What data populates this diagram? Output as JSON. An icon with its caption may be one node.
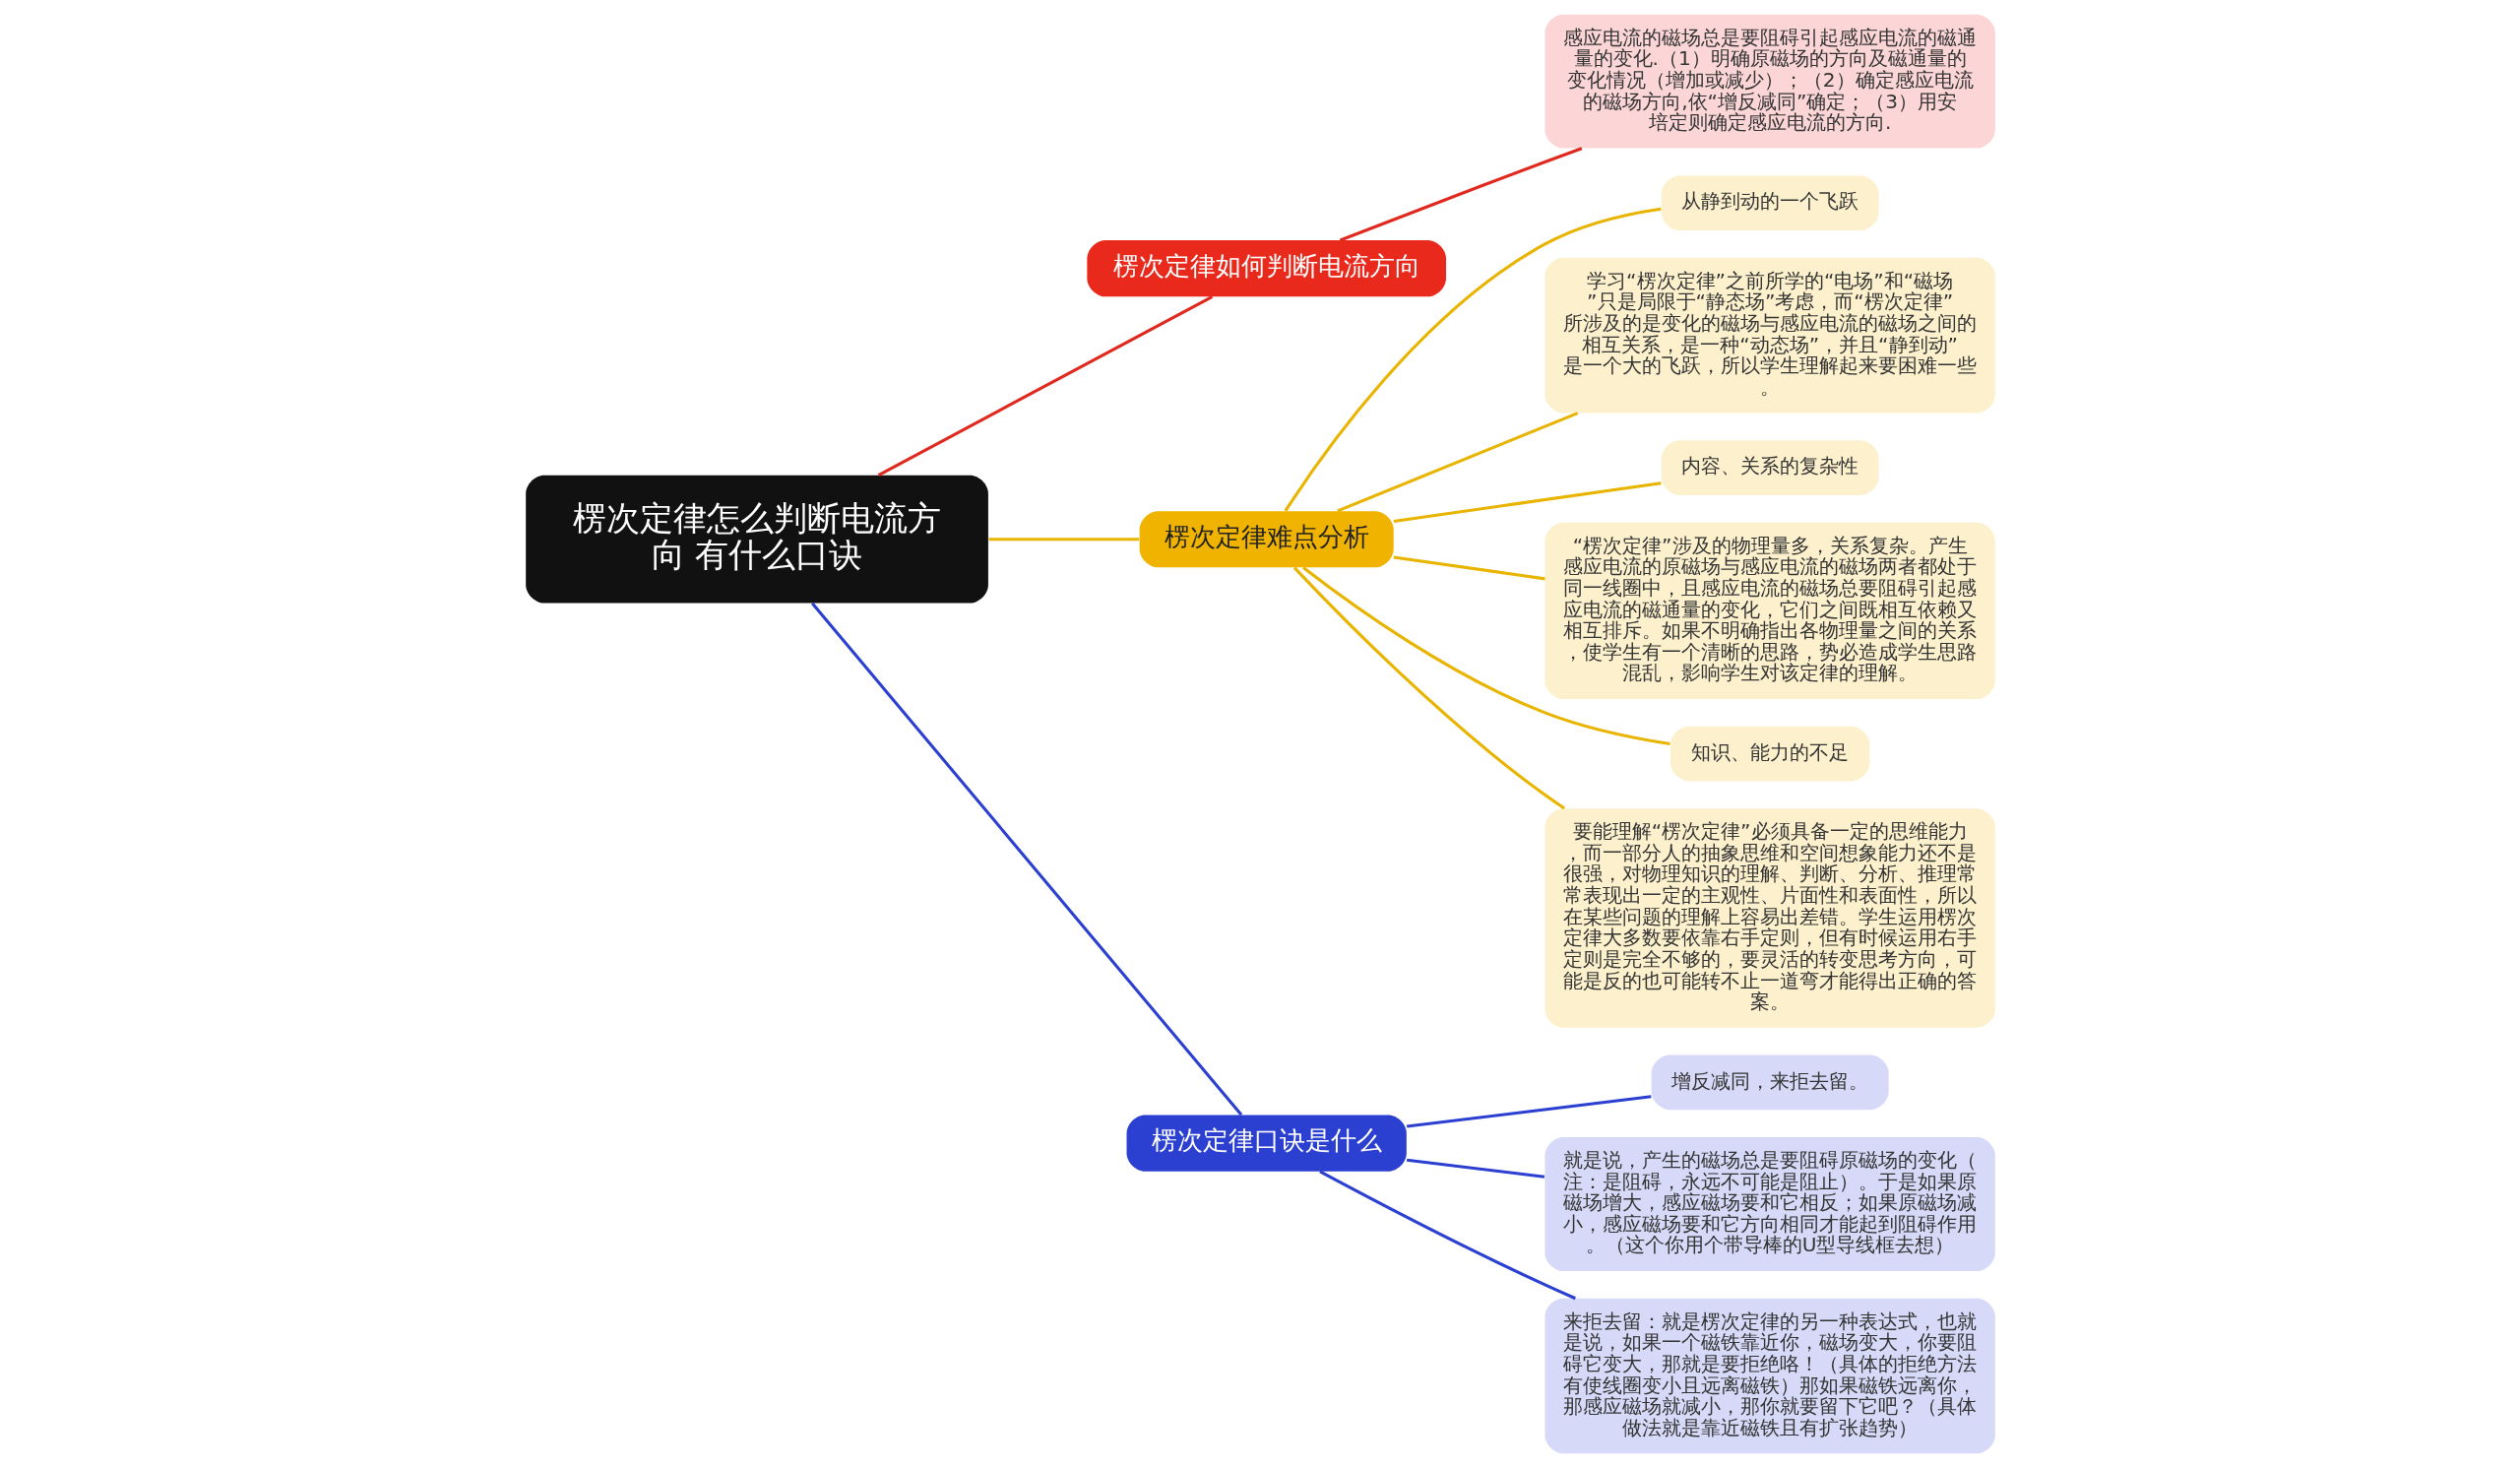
{
  "diagram": {
    "nodes": [
      {
        "text": [
          "楞次定律怎么判断电流方向 有什么口诀"
        ]
      },
      {
        "text": [
          "楞次定律如何判断电流方向"
        ]
      },
      {
        "text": [
          "感应电流的磁场总是要阻碍引起感应电流的磁通量的变化.（1）明确原磁场的方向及磁通量的变化情况（增加或减少）；（2）确定感应电流的磁场方向,依“增反减同”确定；（3）用安培定则确定感应电流的方向."
        ]
      },
      {
        "text": [
          "楞次定律难点分析"
        ]
      },
      {
        "text": [
          "从静到动的一个飞跃"
        ]
      },
      {
        "text": [
          "学习“楞次定律”之前所学的“电场”和“磁场”只是局限于“静态场”考虑，而“楞次定律”所涉及的是变化的磁场与感应电流的磁场之间的相互关系，是一种“动态场”，并且“静到动”是一个大的飞跃，所以学生理解起来要困难一些。"
        ]
      },
      {
        "text": [
          "内容、关系的复杂性"
        ]
      },
      {
        "text": [
          "“楞次定律”涉及的物理量多，关系复杂。产生感应电流的原磁场与感应电流的磁场两者都处于同一线圈中，且感应电流的磁场总要阻碍引起感应电流的磁通量的变化，它们之间既相互依赖又相互排斥。如果不明确指出各物理量之间的关系，使学生有一个清晰的思路，势必造成学生思路混乱，影响学生对该定律的理解。"
        ]
      },
      {
        "text": [
          "知识、能力的不足"
        ]
      },
      {
        "text": [
          "要能理解“楞次定律”必须具备一定的思维能力，而一部分人的抽象思维和空间想象能力还不是很强，对物理知识的理解、判断、分析、推理常常表现出一定的主观性、片面性和表面性，所以在某些问题的理解上容易出差错。学生运用楞次定律大多数要依靠右手定则，但有时候运用右手定则是完全不够的，要灵活的转变思考方向，可能是反的也可能转不止一道弯才能得出正确的答案。"
        ]
      },
      {
        "text": [
          "楞次定律口诀是什么"
        ]
      },
      {
        "text": [
          "增反减同，来拒去留。"
        ]
      },
      {
        "text": [
          "就是说，产生的磁场总是要阻碍原磁场的变化（注：是阻碍，永远不可能是阻止）。于是如果原磁场增大，感应磁场要和它相反；如果原磁场减小，感应磁场要和它方向相同才能起到阻碍作用。（这个你用个带导棒的U型导线框去想）"
        ]
      },
      {
        "text": [
          "来拒去留：就是楞次定律的另一种表达式，也就是说，如果一个磁铁靠近你，磁场变大，你要阻碍它变大，那就是要拒绝咯！（具体的拒绝方法有使线圈变小且远离磁铁）那如果磁铁远离你，那感应磁场就减小，那你就要留下它吧？（具体做法就是靠近磁铁且有扩张趋势）"
        ]
      }
    ],
    "edges": [
      {
        "from": 0,
        "to": 1,
        "arrow": "none",
        "color": "#e0281e"
      },
      {
        "from": 1,
        "to": 2,
        "arrow": "none",
        "color": "#e0281e"
      },
      {
        "from": 0,
        "to": 3,
        "arrow": "none"
      },
      {
        "from": 3,
        "to": 4,
        "arrow": "none"
      },
      {
        "from": 3,
        "to": 5,
        "arrow": "none"
      },
      {
        "from": 3,
        "to": 6,
        "arrow": "none"
      },
      {
        "from": 3,
        "to": 7,
        "arrow": "none"
      },
      {
        "from": 3,
        "to": 8,
        "arrow": "none"
      },
      {
        "from": 3,
        "to": 9,
        "arrow": "none"
      },
      {
        "from": 0,
        "to": 10,
        "arrow": "none",
        "color": "#2b3fd1"
      },
      {
        "from": 10,
        "to": 11,
        "arrow": "none",
        "color": "#2b3fd1"
      },
      {
        "from": 10,
        "to": 12,
        "arrow": "none",
        "color": "#2b3fd1"
      },
      {
        "from": 10,
        "to": 13,
        "arrow": "none",
        "color": "#2b3fd1"
      }
    ]
  }
}
